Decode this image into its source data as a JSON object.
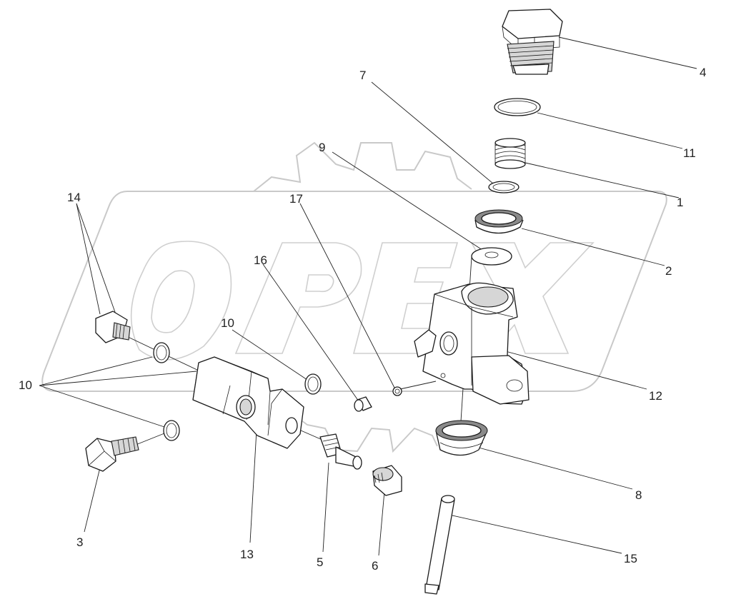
{
  "diagram": {
    "watermark": "OPEX",
    "callouts": [
      {
        "id": "c1",
        "text": "1"
      },
      {
        "id": "c2",
        "text": "2"
      },
      {
        "id": "c3",
        "text": "3"
      },
      {
        "id": "c4",
        "text": "4"
      },
      {
        "id": "c5",
        "text": "5"
      },
      {
        "id": "c6",
        "text": "6"
      },
      {
        "id": "c7",
        "text": "7"
      },
      {
        "id": "c8",
        "text": "8"
      },
      {
        "id": "c9",
        "text": "9"
      },
      {
        "id": "c10a",
        "text": "10"
      },
      {
        "id": "c10b",
        "text": "10"
      },
      {
        "id": "c11",
        "text": "11"
      },
      {
        "id": "c12",
        "text": "12"
      },
      {
        "id": "c13",
        "text": "13"
      },
      {
        "id": "c14",
        "text": "14"
      },
      {
        "id": "c15",
        "text": "15"
      },
      {
        "id": "c16",
        "text": "16"
      },
      {
        "id": "c17",
        "text": "17"
      }
    ]
  }
}
